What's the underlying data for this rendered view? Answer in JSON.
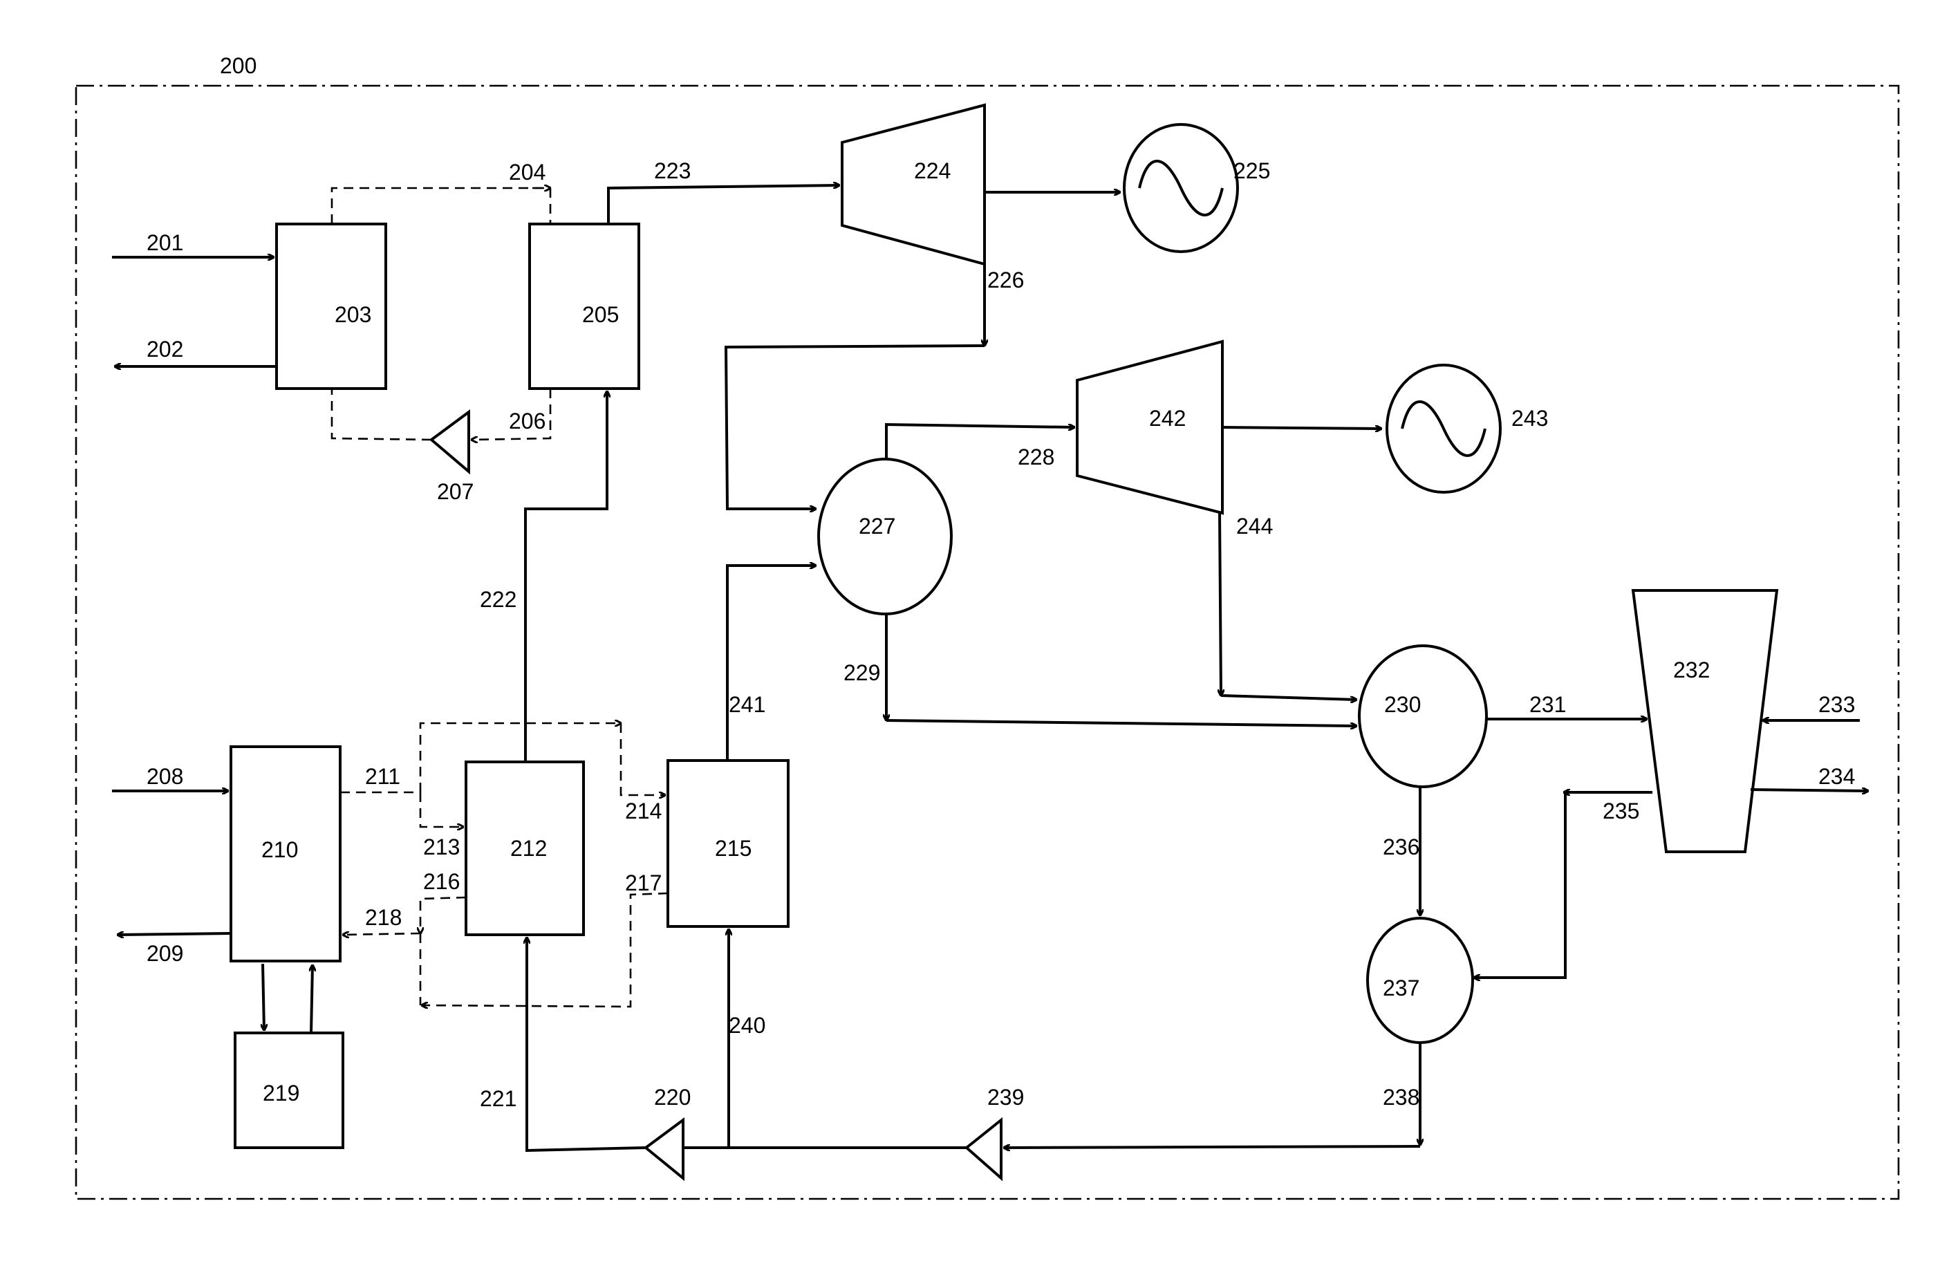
{
  "diagram": {
    "system_label": "200",
    "labels": {
      "l201": "201",
      "l202": "202",
      "l203": "203",
      "l204": "204",
      "l205": "205",
      "l206": "206",
      "l207": "207",
      "l208": "208",
      "l209": "209",
      "l210": "210",
      "l211": "211",
      "l212": "212",
      "l213": "213",
      "l214": "214",
      "l215": "215",
      "l216": "216",
      "l217": "217",
      "l218": "218",
      "l219": "219",
      "l220": "220",
      "l221": "221",
      "l222": "222",
      "l223": "223",
      "l224": "224",
      "l225": "225",
      "l226": "226",
      "l227": "227",
      "l228": "228",
      "l229": "229",
      "l230": "230",
      "l231": "231",
      "l232": "232",
      "l233": "233",
      "l234": "234",
      "l235": "235",
      "l236": "236",
      "l237": "237",
      "l238": "238",
      "l239": "239",
      "l240": "240",
      "l241": "241",
      "l242": "242",
      "l243": "243",
      "l244": "244"
    },
    "line_styles": {
      "solid": "material/energy stream",
      "dashed": "secondary stream"
    },
    "colors": {
      "stroke": "#000000",
      "background": "#ffffff"
    }
  }
}
